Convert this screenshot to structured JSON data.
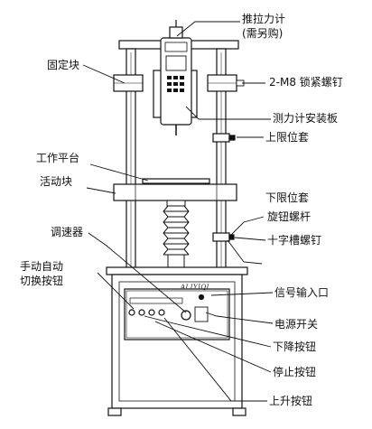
{
  "brand": "ALIYIQI",
  "labels": {
    "gauge": "推拉力计",
    "gauge_note": "(需另购)",
    "fixed_block": "固定块",
    "lock_screw": "2-M8 锁紧螺钉",
    "gauge_plate": "测力计安装板",
    "upper_limit": "上限位套",
    "work_table": "工作平台",
    "moving_block": "活动块",
    "lower_limit": "下限位套",
    "knob_rod": "旋钮螺杆",
    "cross_screw": "十字槽螺钉",
    "speed_ctrl": "调速器",
    "switch_line1": "手动自动",
    "switch_line2": "切换按钮",
    "signal_port": "信号输入口",
    "power_switch": "电源开关",
    "down_button": "下降按钮",
    "stop_button": "停止按钮",
    "up_button": "上升按钮"
  }
}
